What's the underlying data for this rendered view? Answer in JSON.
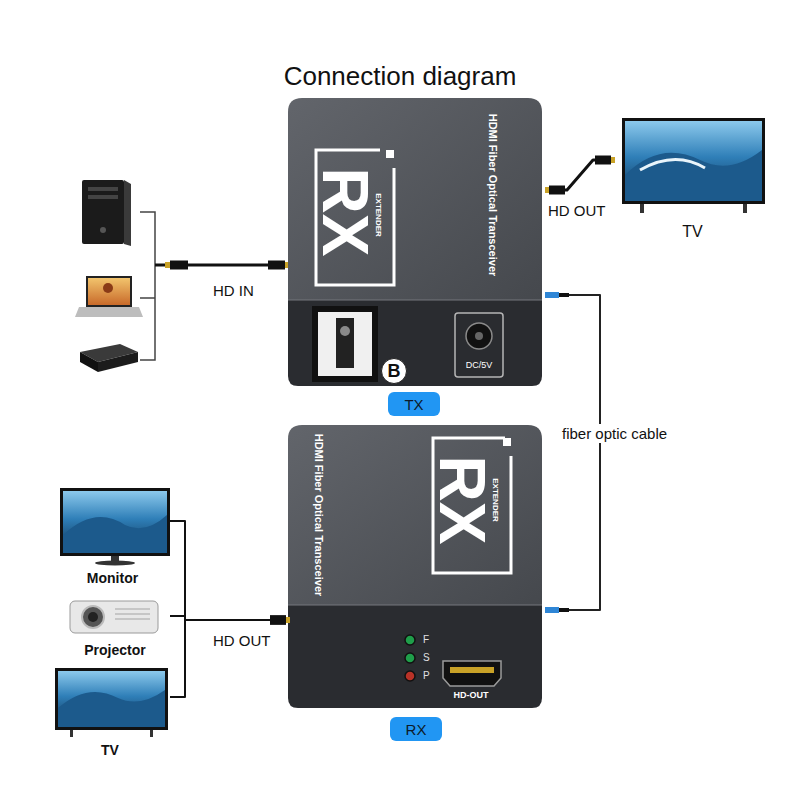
{
  "diagram": {
    "title": "Connection diagram",
    "nodes": [
      {
        "text": [
          "RX",
          "EXTENDER",
          "HDMI Fiber Optical Transceiver",
          "DC/5V"
        ]
      },
      {
        "text": [
          "B"
        ],
        "in": 0
      },
      {
        "text": [
          "TX"
        ]
      },
      {
        "text": [
          "TV"
        ]
      },
      {
        "text": [
          "HDMI Fiber Optical Transceiver",
          "RX",
          "EXTENDER",
          "HD-OUT"
        ]
      },
      {
        "text": [
          "RX"
        ]
      },
      {
        "text": [
          "Monitor"
        ]
      },
      {
        "text": [
          "Projector"
        ]
      },
      {
        "text": [
          "TV"
        ]
      }
    ],
    "edges": [
      {
        "from": 0,
        "to": 3,
        "arrow": "none",
        "label": "HD OUT"
      },
      {
        "from": 0,
        "to": 4,
        "arrow": "none",
        "label": "fiber optic cable"
      },
      {
        "from": 4,
        "to": 6,
        "arrow": "none",
        "label": "HD OUT"
      },
      {
        "from": 4,
        "to": 7,
        "arrow": "none"
      },
      {
        "from": 4,
        "to": 8,
        "arrow": "none"
      }
    ],
    "labels": [
      "HD IN",
      "F",
      "S",
      "P"
    ]
  }
}
